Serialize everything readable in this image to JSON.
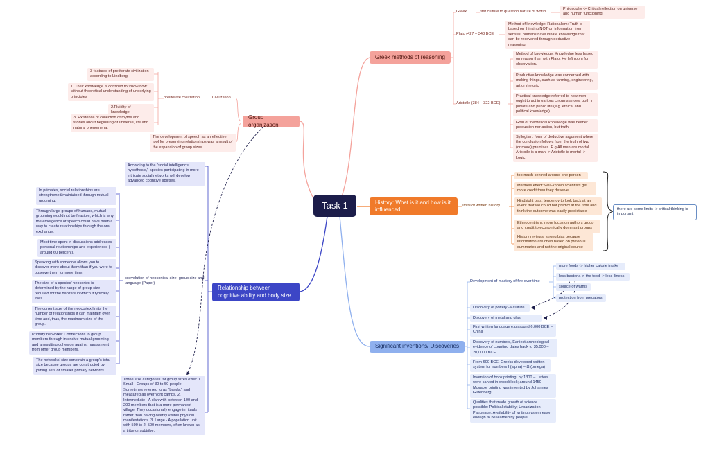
{
  "center": "Task 1",
  "greek": {
    "title": "Greek methods of reasoning",
    "greek_label": "Greek",
    "greek_first": "first culture to question nature of world",
    "philosophy": "Philosophy -> Critical reflection on universe and human functioning",
    "plato_label": "Plato (427 – 348 BCE",
    "plato_method": "Method of knowledge: Rationalism: Truth is based on thinking NOT on information from senses; humans have innate knowledge that can be recovered through deductive reasoning",
    "aristotle_label": "Aristotle (384 – 322 BCE)",
    "aristotle_items": [
      "Method of knowledge: Knowledge less based on reason than with Plato. He left room for observation.",
      "Productive knowledge was concerned with making things, such as farming, engineering, art or rhetoric",
      "Practical knowledge referred to how men ought to act in various circumstances, both in private and public life (e.g. ethical and political knowledge)",
      "Goal of theoretical knowledge was neither production nor action, but truth.",
      "Syllogism: form of deductive argument where the conclusion follows from the truth of two (or more) premises. E.g All men are mortal Aristotle is a man -> Aristotle is mortal -> Logic"
    ]
  },
  "group": {
    "title": "Group organization",
    "civilization": "Civilization",
    "preliterate": "preliterate civilization",
    "features": [
      "3 features of preliterate civilization according to Lindberg",
      "1. Their knowledge is confined to 'know-how', without theoretical understanding of underlying principles",
      "2.Fluidity of knowledge.",
      "3. Existence of collection of myths and stories about beginning of universe, life and natural phenomena."
    ],
    "speech": "The development of speech as an effective tool for preserving relationships was a result of the expansion of group sizes."
  },
  "history": {
    "title": "History: What is it and how is it influenced",
    "limits": "limits of written history",
    "items": [
      "too much centred around one person",
      "Matthew effect: well-known scientists get more credit then they deserve",
      "Hindsight bias: tendency to look back at an event that we could not predict at the time and think the outcome was easily predictable",
      "Ethnocentrism: more focus on authors group and credit to economically dominant groups",
      "History reviews: strong bias because information are often based on previous summaries and not the original source"
    ],
    "note": "there are some limits -> critical thinking is important"
  },
  "relationship": {
    "title": "Relationship between cognitive ability and body size",
    "social_hyp": "According to the \"social intelligence hypothesis,\" species participating in more intricate social networks will develop advanced cognitive abilities.",
    "coevolution": "coevolution of neocortical size, group size and language (Paper)",
    "items": [
      "In primates, social relationships are strengthened/maintained through mutual grooming.",
      "Through large groups of humans, mutual grooming would not be feasible, which is why the emergence of speech could have been a way to create relationships through the oral exchange.",
      "Most time spent in discussions addresses personal relationships and experiences ( around 60 percent).",
      "Speaking with someone allows you to discover more about them than if you were to observe them for more time.",
      "The size of a species' neocortex is determined by the range of group size required for the habitats in which it typically lives.",
      "The current size of the neocortex limits the number of relationships it can maintain over time and, thus, the maximum size of the group.",
      "Primary networks: Connections to group members through intensive mutual grooming and a resulting cohesion against harassment from other group members.",
      "The networks' size constrain a group's total size because groups are constructed by joining sets of smaller primary networks."
    ],
    "three_sizes": "Three size categories for group sizes exist: 1. Small - Groups of 30 to 50 people. Sometimes referred to as \"bands,\" and measured as overnight camps. 2. Intermediate - A clan with between 100 and 200 members that is a more permanent village. They occasionally engage in rituals rather than having overtly visible physical manifestations. 3. Large - A population unit with 500 to 2, 500 members, often known as a tribe or subtribe."
  },
  "inventions": {
    "title": "Significant inventions/ Discoveries",
    "fire": "Development of mastery of fire over time",
    "fire_items": [
      "more foods -> higher calorie intake",
      "less bacteria in the food -> less iliness",
      "source of warms",
      "protection from predators"
    ],
    "pottery": "Discovery of pottery -> culture",
    "metal": "Discovery of metal and glas",
    "items": [
      "First written language e.g around 6,000 BCE – China",
      "Discovery of numbers, Earliest archeological evidence of counting dates back to 35,000 – 20,0000 BCE.",
      "From 600 BCE, Greeks developed written system for numbers I (alpha) – Ω (omega)",
      "Invention of book printing, by 1300 – Letters were carved in woodblock; around 1450 – Movable printing was invented by Johannes Gutenberg",
      "Qualities that made growth of science possible: Political stability; Urbanization; Patronage; Availability of writing system easy enough to be learned by people."
    ]
  },
  "colors": {
    "center": "#1c1d4a",
    "greek": "#f4a29b",
    "history": "#f07a2a",
    "relationship": "#3c46c6",
    "inventions": "#8fb0ee"
  }
}
